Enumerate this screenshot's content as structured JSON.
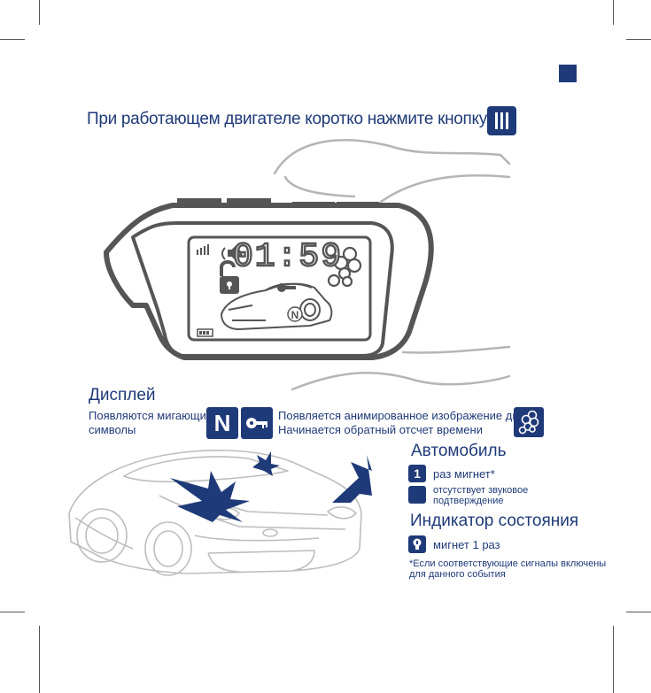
{
  "instruction": {
    "text": "При работающем двигателе  коротко нажмите кнопку",
    "button_icon": "button-three-bars-icon"
  },
  "display_screen": {
    "time": "01:59",
    "gear_letter": "N",
    "icons": [
      "signal-icon",
      "speaker-icon",
      "open-lock-icon",
      "smoke-icon",
      "battery-icon",
      "car-icon",
      "key-icon"
    ]
  },
  "display_section": {
    "title": "Дисплей",
    "blinking_line1": "Появляются мигающие",
    "blinking_line2": "символы",
    "n_badge": "N",
    "smoke_line1": "Появляется анимированное изображение дыма",
    "smoke_line2": "Начинается обратный отсчет времени"
  },
  "car_section": {
    "title": "Автомобиль",
    "blink_count": "1",
    "blink_text": "раз мигнет*",
    "sound_line1": "отсутствует звуковое",
    "sound_line2": "подтверждение"
  },
  "status_section": {
    "title": "Индикатор состояния",
    "text": "мигнет 1 раз"
  },
  "footnote": {
    "line1": "*Если соответствующие сигналы включены",
    "line2": "для данного события"
  },
  "colors": {
    "brand_blue": "#1f3a78",
    "outline_gray": "#555555",
    "light_gray": "#b5b5b5"
  }
}
